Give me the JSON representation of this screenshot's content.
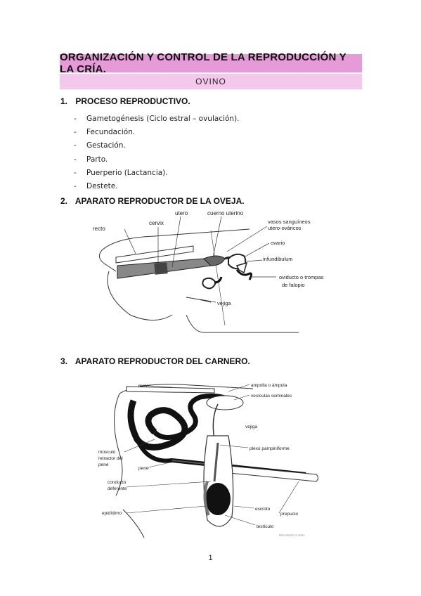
{
  "header": {
    "title": "ORGANIZACIÓN Y CONTROL DE LA REPRODUCCIÓN Y LA CRÍA.",
    "subtitle": "OVINO",
    "title_color": "#e79ad8",
    "subtitle_color": "#f4c8ec"
  },
  "sections": [
    {
      "number": "1.",
      "title": "PROCESO REPRODUCTIVO."
    },
    {
      "number": "2.",
      "title": "APARATO REPRODUCTOR DE LA OVEJA."
    },
    {
      "number": "3.",
      "title": "APARATO REPRODUCTOR DEL CARNERO."
    }
  ],
  "process_items": [
    "Gametogénesis (Ciclo estral – ovulación).",
    "Fecundación.",
    "Gestación.",
    "Parto.",
    "Puerperio (Lactancia).",
    "Destete."
  ],
  "bullet_marker": "-",
  "ewe_labels": {
    "recto": "recto",
    "cervix": "cervix",
    "utero": "utero",
    "cuerno": "cuerno uterino",
    "vasos1": "vasos sanguíneos",
    "vasos2": "utero-ováricos",
    "ovario": "ovario",
    "infundibulum": "infundibulum",
    "oviducto1": "oviducto o trompas",
    "oviducto2": "de falopio",
    "vejiga": "vejiga"
  },
  "ram_labels": {
    "recto": "recto",
    "ampolla": "ampolla o ámpula",
    "vesiculas": "vesículas seminales",
    "vejiga": "vejiga",
    "musculo1": "músculo",
    "musculo2": "retractor del",
    "musculo3": "pene",
    "plexo": "plexo pampiniforme",
    "pene": "pene",
    "conducto1": "conducto",
    "conducto2": "deferente",
    "escroto": "escroto",
    "prepucio": "prepucio",
    "epididimo": "epidídimo",
    "testiculo": "testículo",
    "credit": "Rita Martín Cortés"
  },
  "page_number": "1"
}
